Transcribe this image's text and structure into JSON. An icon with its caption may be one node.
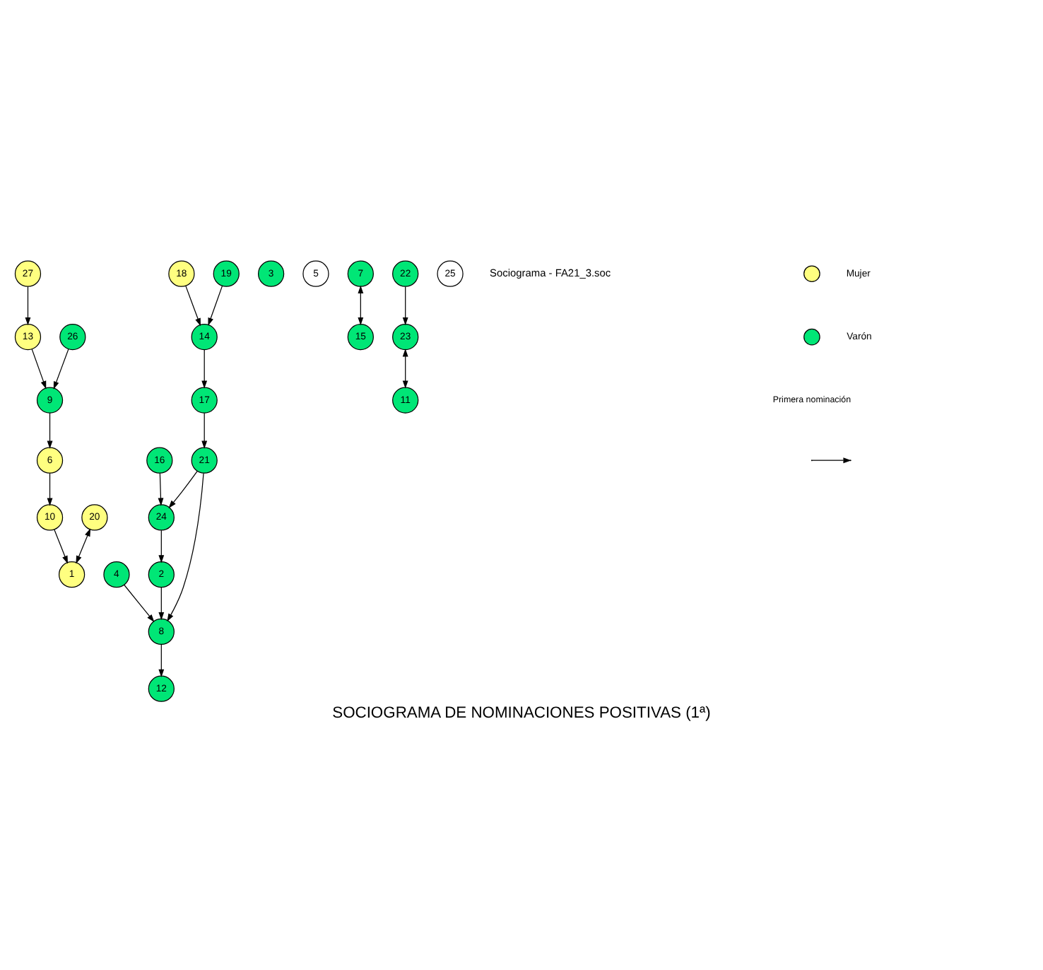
{
  "diagram": {
    "title": "SOCIOGRAMA DE NOMINACIONES POSITIVAS (1ª)",
    "nodes": [
      {
        "text": [
          "1"
        ]
      },
      {
        "text": [
          "2"
        ]
      },
      {
        "text": [
          "3"
        ]
      },
      {
        "text": [
          "4"
        ]
      },
      {
        "text": [
          "5"
        ]
      },
      {
        "text": [
          "6"
        ]
      },
      {
        "text": [
          "7"
        ]
      },
      {
        "text": [
          "8"
        ]
      },
      {
        "text": [
          "9"
        ]
      },
      {
        "text": [
          "10"
        ]
      },
      {
        "text": [
          "11"
        ]
      },
      {
        "text": [
          "12"
        ]
      },
      {
        "text": [
          "13"
        ]
      },
      {
        "text": [
          "14"
        ]
      },
      {
        "text": [
          "15"
        ]
      },
      {
        "text": [
          "16"
        ]
      },
      {
        "text": [
          "17"
        ]
      },
      {
        "text": [
          "18"
        ]
      },
      {
        "text": [
          "19"
        ]
      },
      {
        "text": [
          "20"
        ]
      },
      {
        "text": [
          "21"
        ]
      },
      {
        "text": [
          "22"
        ]
      },
      {
        "text": [
          "23"
        ]
      },
      {
        "text": [
          "24"
        ]
      },
      {
        "text": [
          "25"
        ]
      },
      {
        "text": [
          "26"
        ]
      },
      {
        "text": [
          "27"
        ]
      }
    ],
    "edges": [
      {
        "from": 17,
        "to": 13,
        "arrow": "to"
      },
      {
        "from": 18,
        "to": 13,
        "arrow": "to"
      },
      {
        "from": 13,
        "to": 16,
        "arrow": "to"
      },
      {
        "from": 12,
        "to": 8,
        "arrow": "to"
      },
      {
        "from": 25,
        "to": 8,
        "arrow": "to"
      },
      {
        "from": 26,
        "to": 12,
        "arrow": "to"
      },
      {
        "from": 8,
        "to": 5,
        "arrow": "to"
      },
      {
        "from": 5,
        "to": 9,
        "arrow": "to"
      },
      {
        "from": 9,
        "to": 0,
        "arrow": "to"
      },
      {
        "from": 21,
        "to": 22,
        "arrow": "to"
      },
      {
        "from": 22,
        "to": 10,
        "arrow": "both"
      },
      {
        "from": 19,
        "to": 0,
        "arrow": "both"
      },
      {
        "from": 6,
        "to": 14,
        "arrow": "both"
      },
      {
        "from": 3,
        "to": 7,
        "arrow": "to"
      },
      {
        "from": 1,
        "to": 7,
        "arrow": "to"
      },
      {
        "from": 7,
        "to": 11,
        "arrow": "to"
      },
      {
        "from": 16,
        "to": 20,
        "arrow": "to"
      },
      {
        "from": 20,
        "to": 7,
        "arrow": "to"
      },
      {
        "from": 20,
        "to": 23,
        "arrow": "to"
      },
      {
        "from": 15,
        "to": 23,
        "arrow": "to"
      },
      {
        "from": 23,
        "to": 1,
        "arrow": "to"
      }
    ],
    "labels": [
      "Sociograma - FA21_3.soc"
    ],
    "legend": [
      {
        "text": "Mujer",
        "color": "#ffff80"
      },
      {
        "text": "Varón",
        "color": "#00e676"
      },
      {
        "text": "Primera nominación"
      }
    ]
  }
}
